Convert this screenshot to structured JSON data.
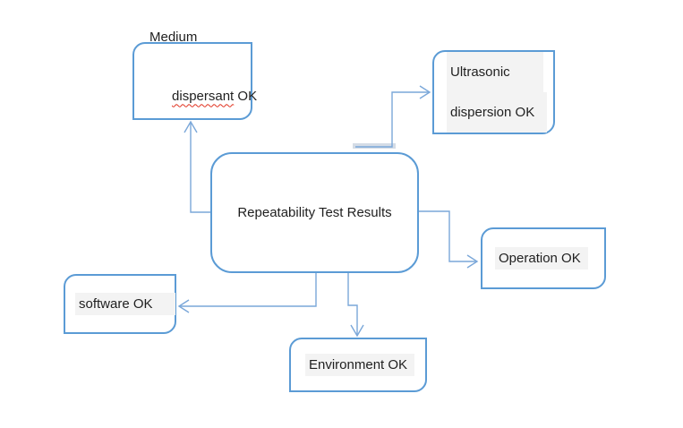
{
  "diagram": {
    "type": "flowchart",
    "colors": {
      "canvas_bg": "#ffffff",
      "box_border": "#5b9bd5",
      "connector": "#7aa7d9",
      "text": "#1f1f1f",
      "highlight": "#f3f3f3",
      "squiggle": "#e0301e",
      "selection_band": "#ccd6e2"
    },
    "nodes": {
      "central": {
        "label": "Repeatability Test Results"
      },
      "medium": {
        "line1": "Medium",
        "line2_word": "dispersant",
        "line2_suffix": " OK"
      },
      "ultrasonic": {
        "line1": "Ultrasonic",
        "line2": "dispersion OK"
      },
      "operation": {
        "label": "Operation OK"
      },
      "software": {
        "label": "software OK"
      },
      "environment": {
        "label": "Environment OK"
      }
    },
    "edges": [
      {
        "from": "central",
        "to": "medium",
        "arrow": "up"
      },
      {
        "from": "central",
        "to": "ultrasonic",
        "arrow": "right"
      },
      {
        "from": "central",
        "to": "operation",
        "arrow": "right"
      },
      {
        "from": "central",
        "to": "software",
        "arrow": "left"
      },
      {
        "from": "central",
        "to": "environment",
        "arrow": "down"
      }
    ]
  }
}
